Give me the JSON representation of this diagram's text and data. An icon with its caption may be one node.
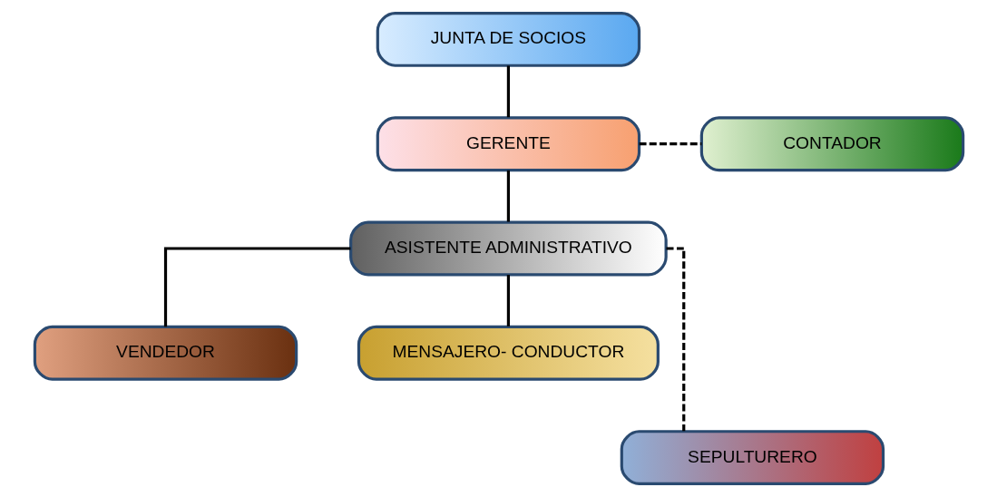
{
  "diagram": {
    "nodes": [
      {
        "text": [
          "JUNTA DE SOCIOS"
        ]
      },
      {
        "text": [
          "GERENTE"
        ]
      },
      {
        "text": [
          "CONTADOR"
        ]
      },
      {
        "text": [
          "ASISTENTE ADMINISTRATIVO"
        ]
      },
      {
        "text": [
          "VENDEDOR"
        ]
      },
      {
        "text": [
          "MENSAJERO- CONDUCTOR"
        ]
      },
      {
        "text": [
          "SEPULTURERO"
        ]
      }
    ],
    "edges": [
      {
        "from": 0,
        "to": 1,
        "arrow": "none"
      },
      {
        "from": 1,
        "to": 3,
        "arrow": "none"
      },
      {
        "from": 1,
        "to": 2,
        "arrow": "none",
        "style": "dashed"
      },
      {
        "from": 3,
        "to": 4,
        "arrow": "none"
      },
      {
        "from": 3,
        "to": 5,
        "arrow": "none"
      },
      {
        "from": 3,
        "to": 6,
        "arrow": "none",
        "style": "dashed"
      }
    ]
  }
}
